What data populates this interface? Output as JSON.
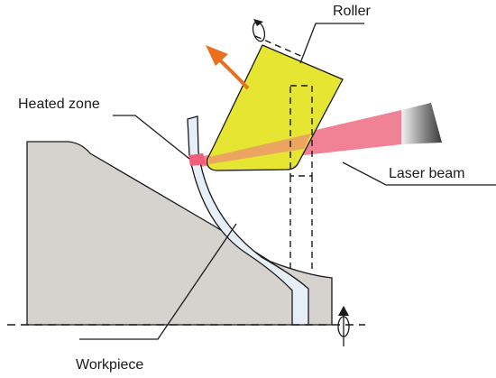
{
  "labels": {
    "roller": "Roller",
    "heated_zone": "Heated zone",
    "laser_beam": "Laser beam",
    "workpiece": "Workpiece"
  },
  "colors": {
    "die_fill": "#d6d3cf",
    "roller_fill": "#e6e632",
    "workpiece_fill": "#e6eef8",
    "laser_fill": "#ef6f86",
    "heated_fill": "#f05f7a",
    "motion_arrow": "#e8701f",
    "line": "#1a1a1a"
  },
  "icons": {
    "roller_rotation": "rotation-arrow-icon",
    "roller_motion": "curved-arrow-icon",
    "workpiece_rotation": "rotation-arrow-icon",
    "laser_head": "laser-head-icon"
  }
}
